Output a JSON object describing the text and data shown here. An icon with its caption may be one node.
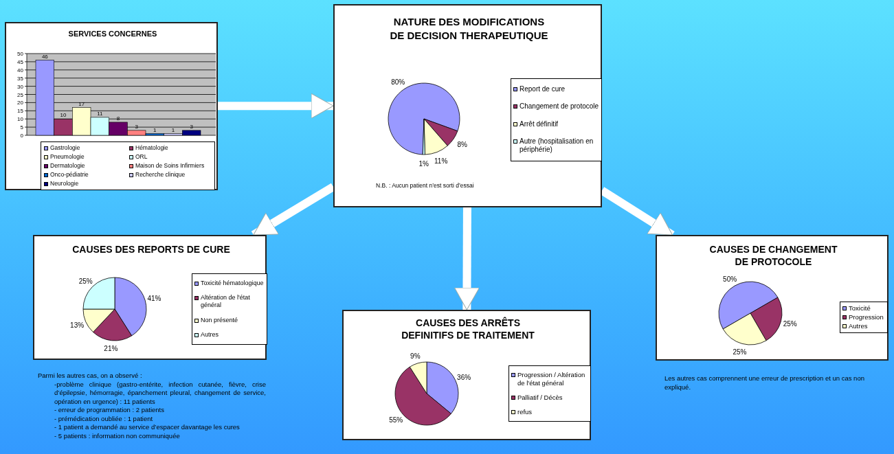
{
  "diagram": {
    "nodes": [
      {
        "text": [
          "SERVICES CONCERNES"
        ]
      },
      {
        "text": [
          "NATURE DES MODIFICATIONS DE DECISION THERAPEUTIQUE",
          "N.B. : Aucun patient n’est sorti d’essai"
        ]
      },
      {
        "text": [
          "CAUSES DES REPORTS DE CURE"
        ],
        "beside": [
          "Parmi les autres cas, on a observé :",
          "-problème clinique (gastro-entérite, infection cutanée, fièvre, crise d’épilepsie, hémorragie, épanchement pleural, changement de service, opération en urgence) : 11 patients",
          "- erreur de programmation : 2 patients",
          "- prémédication oubliée : 1 patient",
          "- 1 patient a demandé au service d’espacer davantage les cures",
          "- 5 patients : information non communiquée"
        ]
      },
      {
        "text": [
          "CAUSES DES ARRÊTS DEFINITIFS DE TRAITEMENT"
        ]
      },
      {
        "text": [
          "CAUSES DE CHANGEMENT DE PROTOCOLE"
        ],
        "beside": [
          "Les autres cas comprennent une erreur de prescription et un cas non expliqué."
        ]
      }
    ],
    "edges": [
      {
        "from": 0,
        "to": 1,
        "arrow": "to"
      },
      {
        "from": 1,
        "to": 2,
        "arrow": "to"
      },
      {
        "from": 1,
        "to": 3,
        "arrow": "to"
      },
      {
        "from": 1,
        "to": 4,
        "arrow": "to"
      }
    ],
    "chart_data": [
      {
        "type": "bar",
        "grid": true,
        "ylim": [
          0,
          50
        ],
        "yticks": [
          0,
          5,
          10,
          15,
          20,
          25,
          30,
          35,
          40,
          45,
          50
        ],
        "data_labels": true,
        "series": [
          {
            "name": "Gastrologie",
            "color": "#9999ff",
            "values": [
              46
            ]
          },
          {
            "name": "Hématologie",
            "color": "#993366",
            "values": [
              10
            ]
          },
          {
            "name": "Pneumologie",
            "color": "#ffffcc",
            "values": [
              17
            ]
          },
          {
            "name": "ORL",
            "color": "#ccffff",
            "values": [
              11
            ]
          },
          {
            "name": "Dermatologie",
            "color": "#660066",
            "values": [
              8
            ]
          },
          {
            "name": "Maison de Soins Infirmiers",
            "color": "#ff8080",
            "values": [
              3
            ]
          },
          {
            "name": "Onco-pédiatrie",
            "color": "#0066cc",
            "values": [
              1
            ]
          },
          {
            "name": "Recherche clinique",
            "color": "#ccccff",
            "values": [
              1
            ]
          },
          {
            "name": "Neurologie",
            "color": "#000080",
            "values": [
              3
            ]
          }
        ]
      },
      {
        "type": "pie",
        "categories": [
          "Report de cure",
          "Changement de protocole",
          "Arrêt définitif",
          "Autre (hospitalisation en périphérie)"
        ],
        "values": [
          80,
          8,
          11,
          1
        ],
        "value_labels": [
          "80%",
          "8%",
          "11%",
          "1%"
        ],
        "colors": [
          "#9999ff",
          "#993366",
          "#ffffcc",
          "#ccffff"
        ]
      },
      {
        "type": "pie",
        "categories": [
          "Toxicité hématologique",
          "Altération de l'état général",
          "Non présenté",
          "Autres"
        ],
        "values": [
          41,
          21,
          13,
          25
        ],
        "value_labels": [
          "41%",
          "21%",
          "13%",
          "25%"
        ],
        "colors": [
          "#9999ff",
          "#993366",
          "#ffffcc",
          "#ccffff"
        ]
      },
      {
        "type": "pie",
        "categories": [
          "Progression / Altération de l'état général",
          "Palliatif / Décès",
          "refus"
        ],
        "values": [
          36,
          55,
          9
        ],
        "value_labels": [
          "36%",
          "55%",
          "9%"
        ],
        "colors": [
          "#9999ff",
          "#993366",
          "#ffffcc"
        ]
      },
      {
        "type": "pie",
        "categories": [
          "Toxicité",
          "Progression",
          "Autres"
        ],
        "values": [
          50,
          25,
          25
        ],
        "value_labels": [
          "50%",
          "25%",
          "25%"
        ],
        "colors": [
          "#9999ff",
          "#993366",
          "#ffffcc"
        ]
      }
    ]
  }
}
